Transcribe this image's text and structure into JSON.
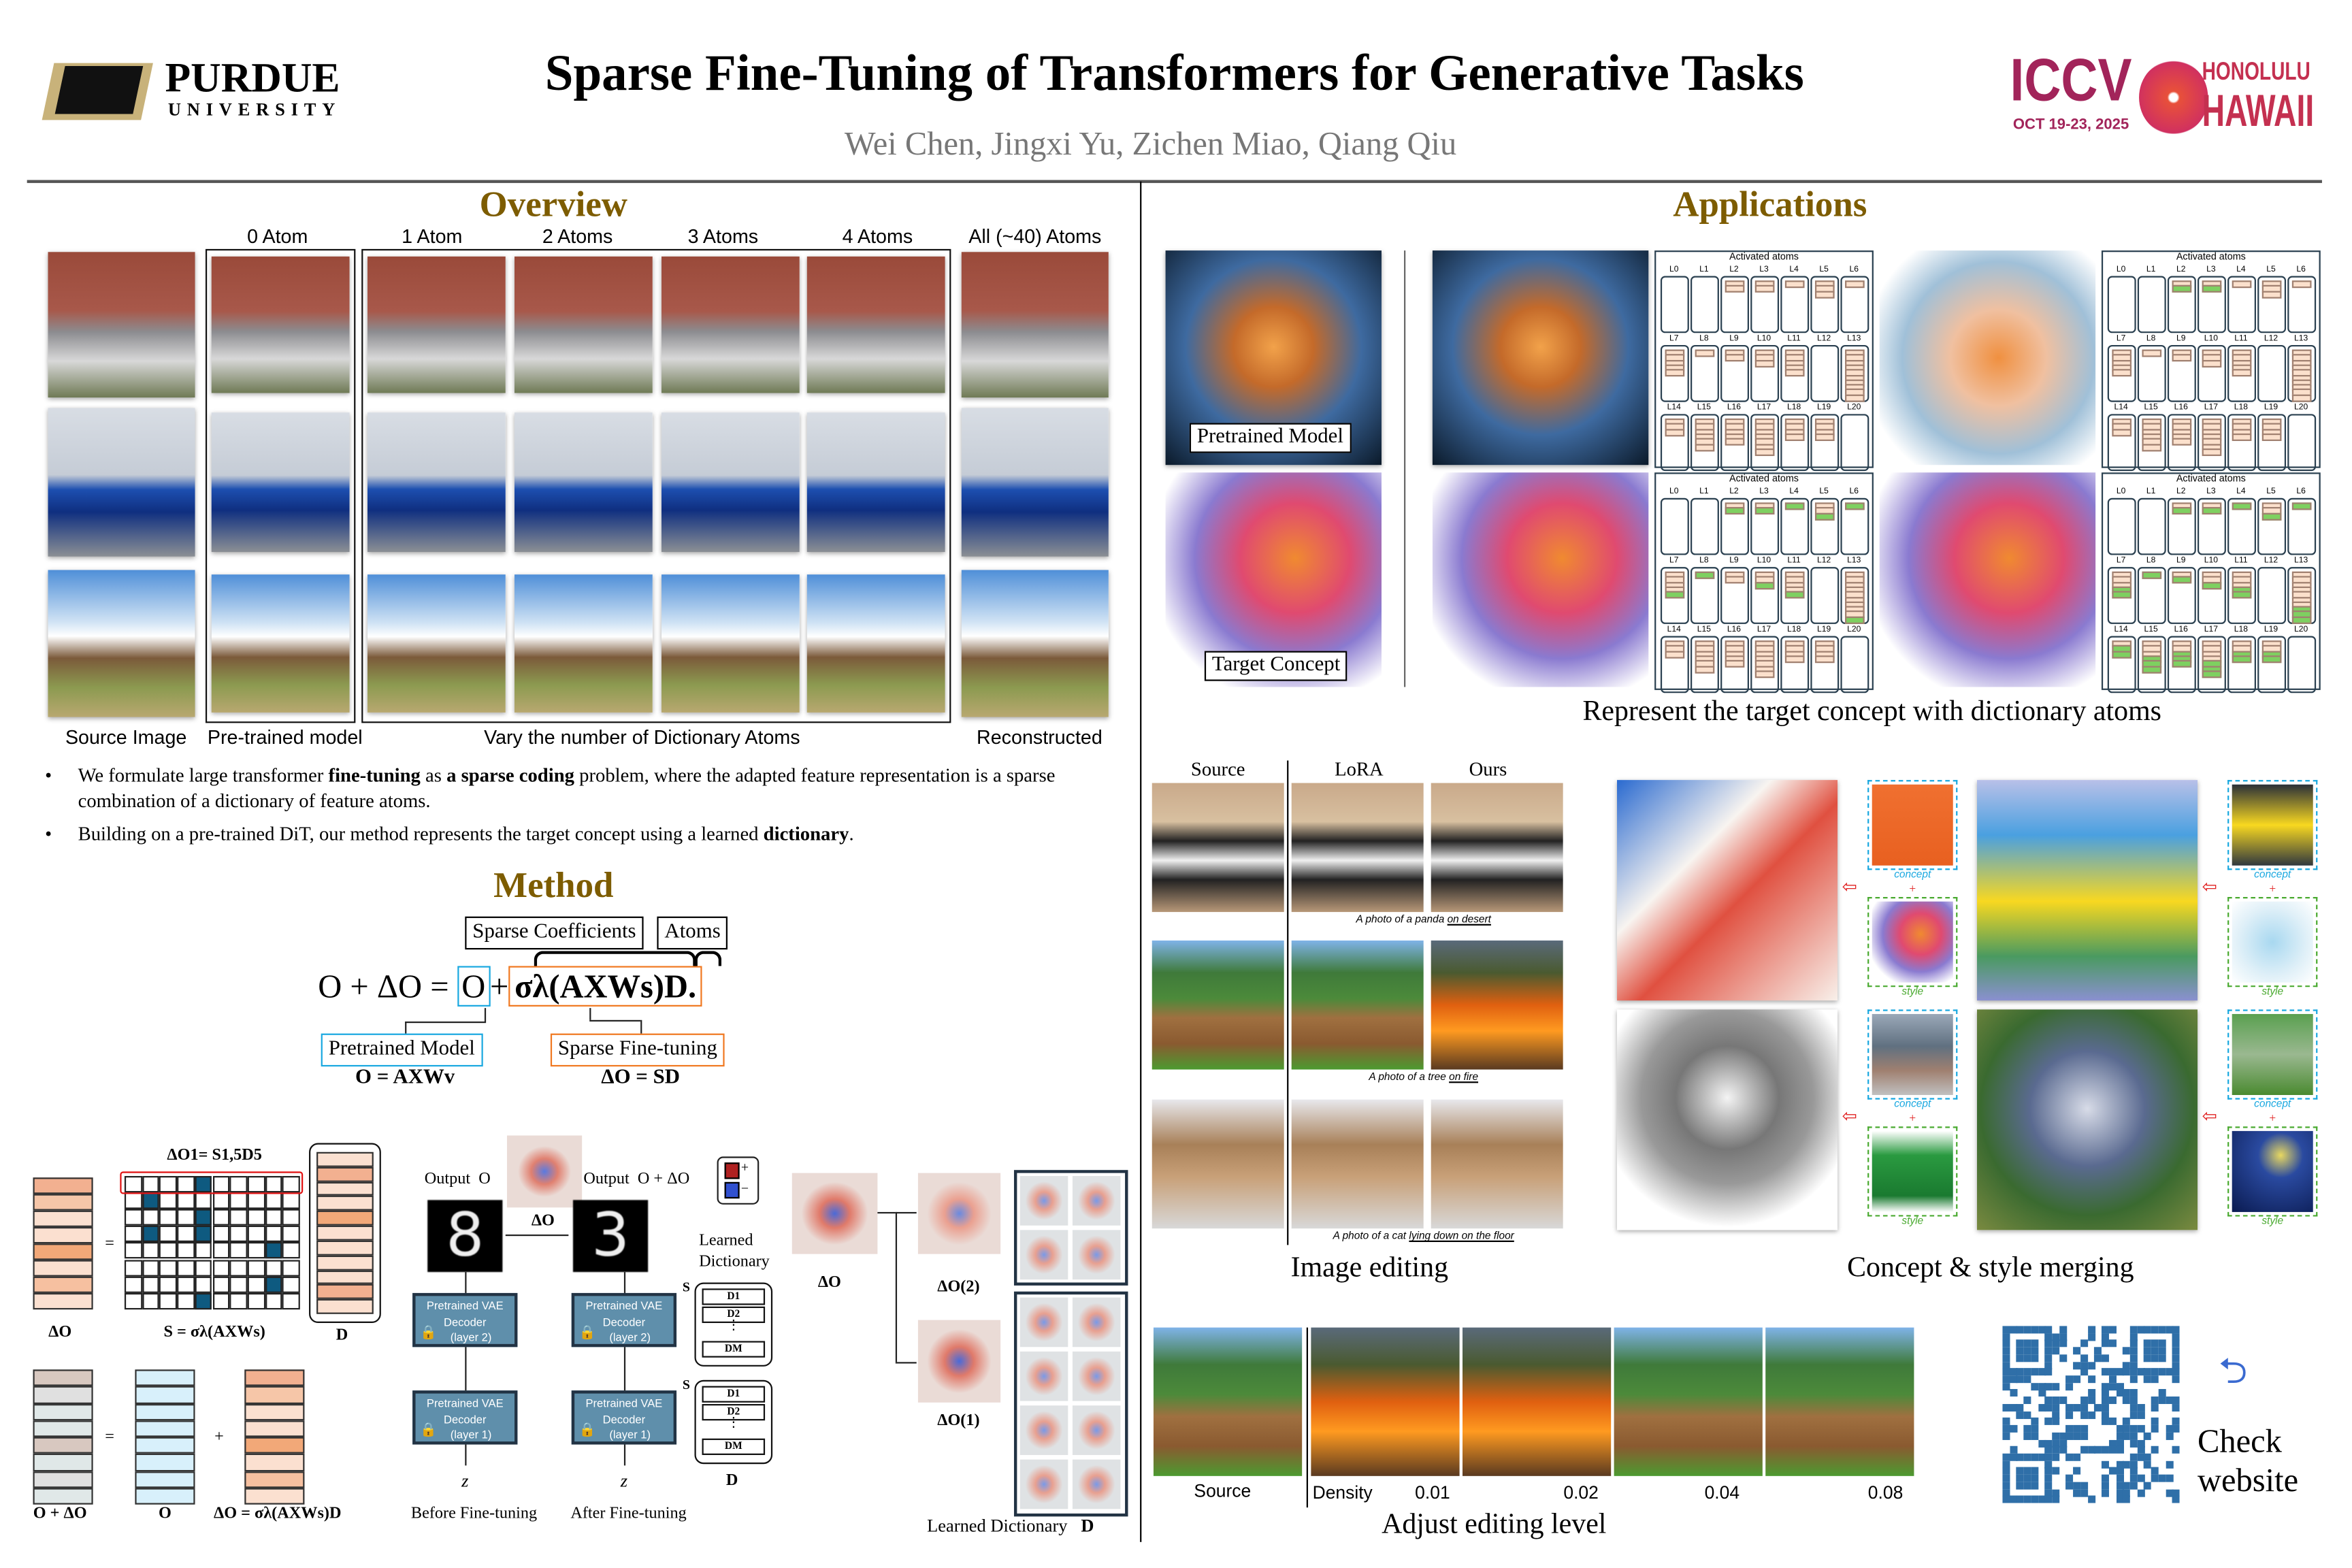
{
  "header": {
    "logo_left": {
      "name": "PURDUE",
      "sub": "UNIVERSITY"
    },
    "title": "Sparse Fine-Tuning of Transformers for Generative Tasks",
    "authors": "Wei Chen, Jingxi Yu, Zichen Miao, Qiang Qiu",
    "logo_right": {
      "conf": "ICCV",
      "dates": "OCT 19-23, 2025",
      "city": "HONOLULU",
      "state": "HAWAII"
    }
  },
  "overview": {
    "title": "Overview",
    "column_labels": [
      "0 Atom",
      "1 Atom",
      "2 Atoms",
      "3 Atoms",
      "4 Atoms",
      "All (~40) Atoms"
    ],
    "captions": [
      "Source Image",
      "Pre-trained model",
      "Vary the number of Dictionary Atoms",
      "Reconstructed"
    ],
    "bullets": [
      {
        "parts": [
          {
            "t": "We formulate large transformer ",
            "b": false
          },
          {
            "t": "fine-tuning",
            "b": true
          },
          {
            "t": " as ",
            "b": false
          },
          {
            "t": "a sparse coding",
            "b": true
          },
          {
            "t": " problem, where the adapted feature representation is a sparse combination of a dictionary of feature atoms.",
            "b": false
          }
        ]
      },
      {
        "parts": [
          {
            "t": "Building on a pre-trained DiT, our method represents the target concept using a learned ",
            "b": false
          },
          {
            "t": "dictionary",
            "b": true
          },
          {
            "t": ".",
            "b": false
          }
        ]
      }
    ]
  },
  "method": {
    "title": "Method",
    "sparse_coefficients": "Sparse Coefficients",
    "atoms": "Atoms",
    "eq_lhs": "O + ΔO =",
    "eq_o": "O",
    "eq_plus": "+",
    "eq_sparse": "σλ(AXWs)D.",
    "pretrained_label": "Pretrained Model",
    "pretrained_eq": "O = AXWv",
    "sft_label": "Sparse Fine-tuning",
    "sft_eq": "ΔO = SD",
    "diagram": {
      "delta_o1": "ΔO1= S1,5D5",
      "delta_o": "ΔO",
      "s_eq": "S = σλ(AXWs)",
      "d": "D",
      "eq_sign": "=",
      "plus_sign": "+",
      "o_plus_do": "O + ΔO",
      "o": "O",
      "do_eq": "ΔO = σλ(AXWs)D",
      "output_o": "Output  O",
      "output_o_do": "Output  O + ΔO",
      "digit_before": "8",
      "digit_after": "3",
      "legend_plus": "+",
      "legend_minus": "−",
      "learned_dictionary": "Learned Dictionary",
      "vae_l2": [
        "Pretrained VAE",
        "Decoder",
        "(layer 2)"
      ],
      "vae_l1": [
        "Pretrained VAE",
        "Decoder",
        "(layer 1)"
      ],
      "s": "S",
      "d_items": [
        "D1",
        "D2",
        "⋮",
        "DM"
      ],
      "z": "z",
      "before": "Before Fine-tuning",
      "after": "After Fine-tuning",
      "do2": "ΔO(2)",
      "do1": "ΔO(1)",
      "learned_dictionary_caption": "Learned Dictionary",
      "sparsity_matrix": [
        [
          0,
          0,
          0,
          0,
          1,
          0,
          0,
          0,
          0,
          0
        ],
        [
          0,
          1,
          0,
          0,
          0,
          0,
          0,
          0,
          0,
          0
        ],
        [
          0,
          0,
          0,
          0,
          1,
          0,
          0,
          0,
          0,
          0
        ],
        [
          0,
          1,
          0,
          0,
          1,
          0,
          0,
          0,
          0,
          0
        ],
        [
          0,
          0,
          0,
          0,
          0,
          0,
          0,
          0,
          1,
          0
        ],
        [
          0,
          0,
          0,
          0,
          0,
          0,
          0,
          0,
          0,
          0
        ],
        [
          0,
          0,
          0,
          0,
          0,
          0,
          0,
          0,
          1,
          0
        ],
        [
          0,
          0,
          0,
          0,
          1,
          0,
          0,
          0,
          0,
          0
        ]
      ]
    }
  },
  "applications": {
    "title": "Applications",
    "pretrained_model_label": "Pretrained Model",
    "target_concept_label": "Target Concept",
    "atoms_caption": "Represent the target concept with dictionary atoms",
    "atoms_panel_title": "Activated atoms",
    "layer_labels": [
      "L0",
      "L1",
      "L2",
      "L3",
      "L4",
      "L5",
      "L6",
      "L7",
      "L8",
      "L9",
      "L10",
      "L11",
      "L12",
      "L13",
      "L14",
      "L15",
      "L16",
      "L17",
      "L18",
      "L19",
      "L20"
    ],
    "atom_panels": [
      {
        "counts": [
          0,
          0,
          2,
          2,
          1,
          3,
          1,
          5,
          1,
          2,
          3,
          5,
          0,
          10,
          3,
          6,
          5,
          7,
          4,
          4,
          0
        ],
        "green": [
          0,
          0,
          0,
          0,
          0,
          0,
          0,
          0,
          0,
          0,
          0,
          0,
          0,
          0,
          0,
          0,
          0,
          0,
          0,
          0,
          0
        ]
      },
      {
        "counts": [
          0,
          0,
          2,
          2,
          1,
          3,
          1,
          5,
          1,
          2,
          3,
          5,
          0,
          10,
          3,
          6,
          5,
          7,
          4,
          4,
          0
        ],
        "green": [
          0,
          0,
          1,
          1,
          0,
          0,
          0,
          0,
          0,
          0,
          0,
          0,
          0,
          0,
          0,
          0,
          0,
          0,
          0,
          0,
          0
        ]
      },
      {
        "counts": [
          0,
          0,
          2,
          2,
          1,
          3,
          1,
          5,
          1,
          2,
          3,
          5,
          0,
          10,
          3,
          6,
          5,
          7,
          4,
          4,
          0
        ],
        "green": [
          0,
          0,
          1,
          1,
          1,
          1,
          1,
          1,
          1,
          0,
          1,
          1,
          0,
          1,
          0,
          0,
          0,
          0,
          0,
          0,
          0
        ]
      },
      {
        "counts": [
          0,
          0,
          2,
          2,
          1,
          3,
          1,
          5,
          1,
          2,
          3,
          5,
          0,
          10,
          3,
          6,
          5,
          7,
          4,
          4,
          0
        ],
        "green": [
          0,
          0,
          1,
          1,
          1,
          1,
          1,
          2,
          1,
          1,
          1,
          2,
          0,
          3,
          2,
          3,
          3,
          3,
          2,
          2,
          0
        ]
      }
    ],
    "editing": {
      "headers": [
        "Source",
        "LoRA",
        "Ours"
      ],
      "prompts": [
        {
          "plain": "A photo of a panda ",
          "edit": "on desert"
        },
        {
          "plain": "A photo of a tree ",
          "edit": "on fire"
        },
        {
          "plain": "A photo of a cat ",
          "edit": "lying down on the floor"
        }
      ],
      "caption": "Image editing"
    },
    "merging": {
      "concept_tag": "concept",
      "style_tag": "style",
      "plus": "+",
      "caption": "Concept & style merging"
    },
    "level": {
      "source": "Source",
      "density_label": "Density",
      "densities": [
        "0.01",
        "0.02",
        "0.04",
        "0.08"
      ],
      "caption": "Adjust editing level"
    },
    "website": {
      "line1": "Check",
      "line2": "website"
    }
  }
}
